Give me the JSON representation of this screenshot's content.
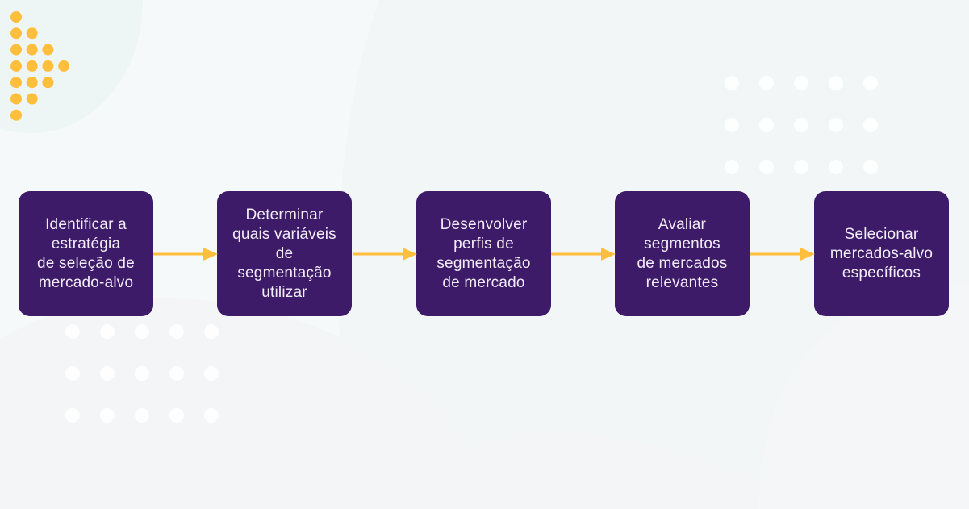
{
  "steps": [
    {
      "label": "Identificar a\nestratégia\nde seleção de\nmercado-alvo"
    },
    {
      "label": "Determinar\nquais variáveis\nde\nsegmentação\nutilizar"
    },
    {
      "label": "Desenvolver\nperfis de\nsegmentação\nde mercado"
    },
    {
      "label": "Avaliar\nsegmentos\nde mercados\nrelevantes"
    },
    {
      "label": "Selecionar\nmercados-alvo\nespecíficos"
    }
  ],
  "colors": {
    "box": "#3d1b68",
    "accent": "#ffbf3c",
    "background": "#f6f9fa"
  }
}
